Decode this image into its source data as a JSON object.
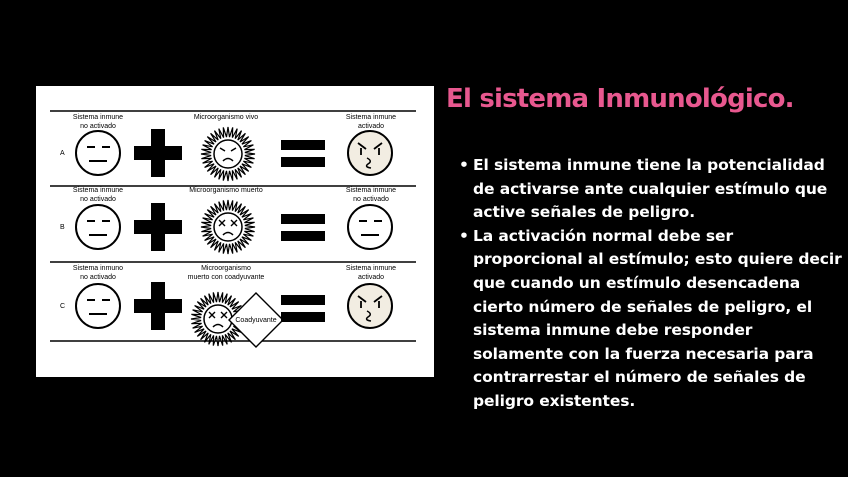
{
  "slide": {
    "title": "El sistema Inmunológico.",
    "bullets": [
      {
        "lines": [
          "El sistema inmune tiene la potencialidad",
          "de activarse ante cualquier estímulo que",
          "active señales de peligro."
        ]
      },
      {
        "lines": [
          "La activación normal debe ser",
          "proporcional al estímulo; esto quiere decir",
          "que cuando un estímulo desencadena",
          "cierto número de señales de peligro, el",
          "sistema inmune debe responder",
          "solamente con la fuerza necesaria para",
          "contrarrestar el número de señales de",
          "peligro existentes."
        ]
      }
    ],
    "bullet_symbol": "•"
  },
  "figure": {
    "rows": [
      {
        "letter": "A",
        "left_label": [
          "Sistema inmune",
          "no activado"
        ],
        "middle_label": [
          "Microorganismo vivo"
        ],
        "right_label": [
          "Sistema inmune",
          "activado"
        ]
      },
      {
        "letter": "B",
        "left_label": [
          "Sistema inmune",
          "no activado"
        ],
        "middle_label": [
          "Microorganismo muerto"
        ],
        "right_label": [
          "Sistema inmune",
          "no activado"
        ]
      },
      {
        "letter": "C",
        "left_label": [
          "Sistema inmuno",
          "no activado"
        ],
        "middle_label": [
          "Microorganismo",
          "muerto con coadyuvante"
        ],
        "right_label": [
          "Sistema inmune",
          "activado"
        ],
        "adjuvant_label": "Coadyuvante"
      }
    ]
  },
  "colors": {
    "background": "#000000",
    "title": "#e8588f",
    "text": "#ffffff"
  }
}
